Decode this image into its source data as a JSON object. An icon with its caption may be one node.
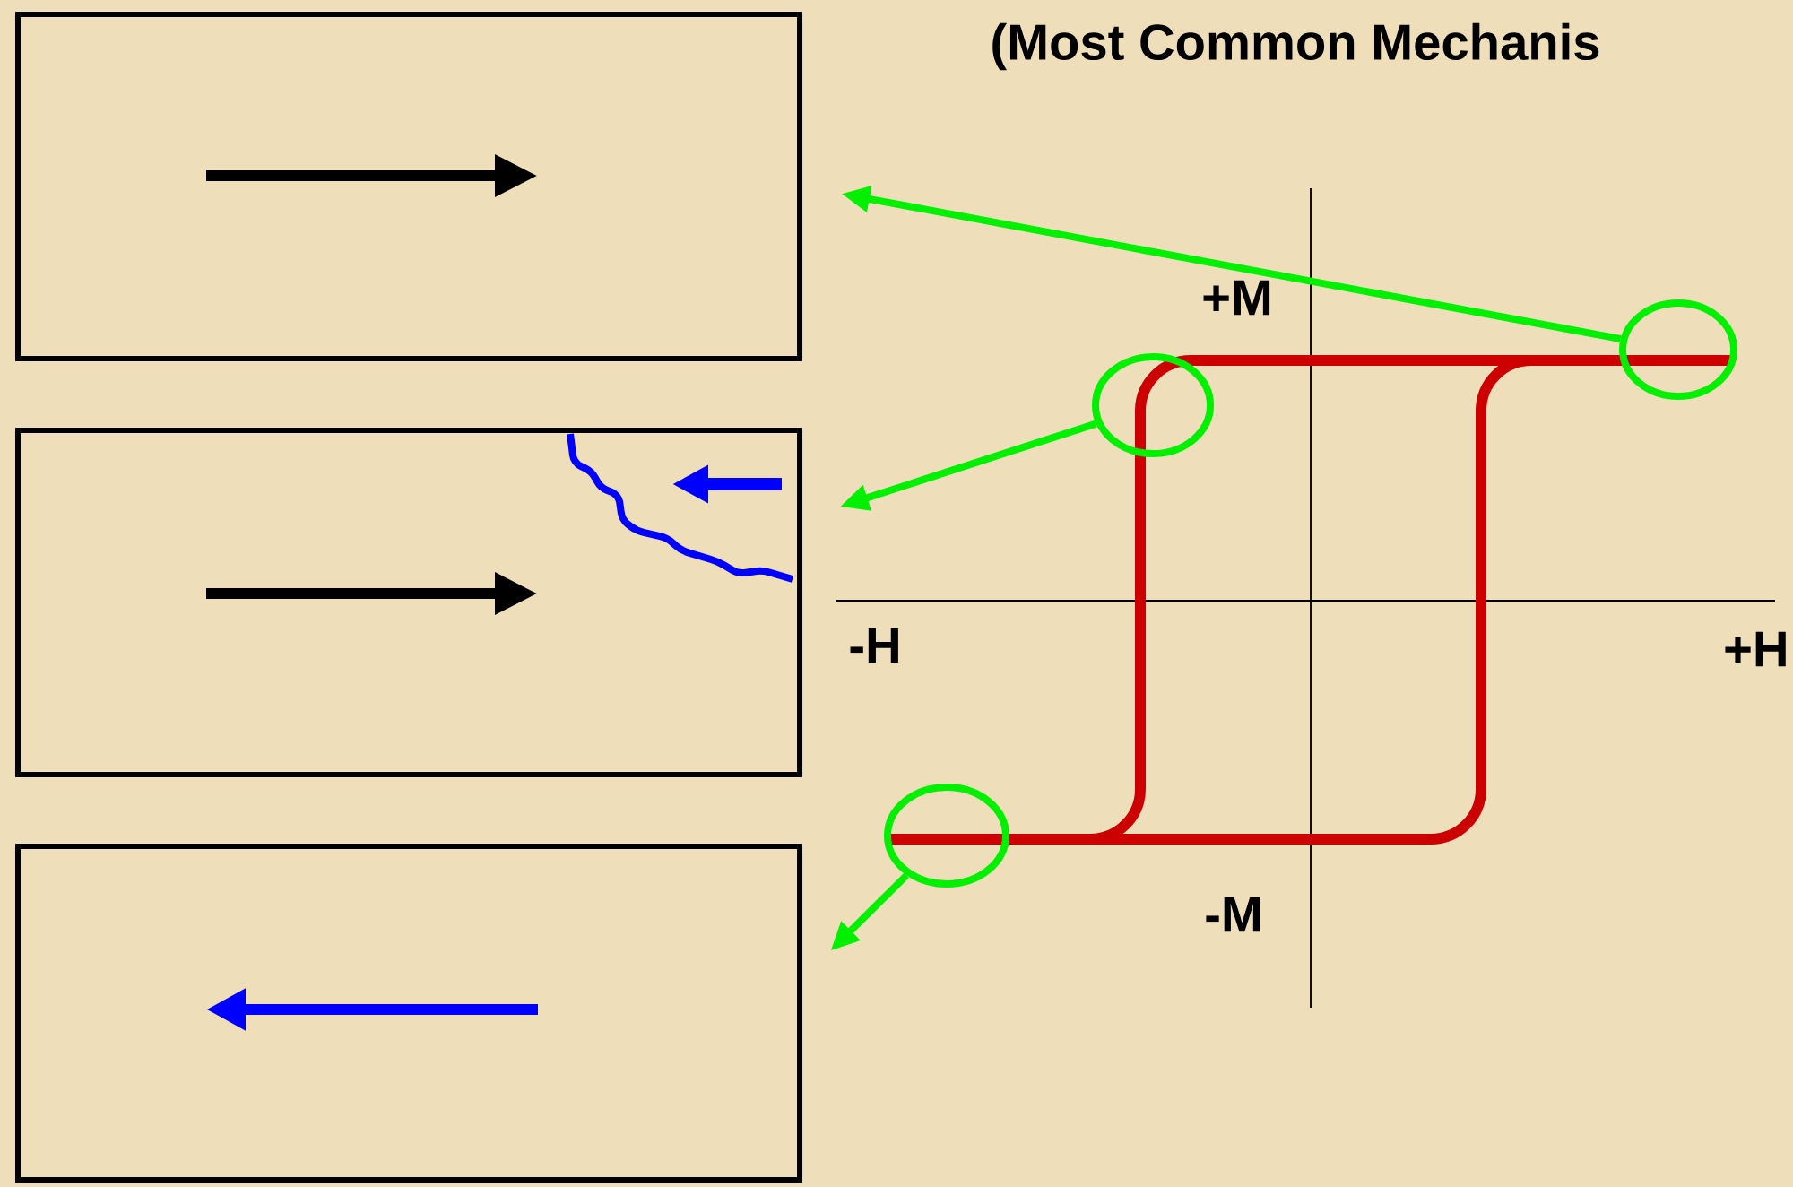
{
  "diagram": {
    "title": "(Most Common Mechanis",
    "nodes": [
      {
        "text": [],
        "shape": "box"
      },
      {
        "text": [],
        "shape": "box"
      },
      {
        "text": [],
        "shape": "box"
      },
      {
        "text": [],
        "shape": "ellipse"
      },
      {
        "text": [],
        "shape": "ellipse"
      },
      {
        "text": [],
        "shape": "ellipse"
      }
    ],
    "edges": [
      {
        "from": 3,
        "to": 0,
        "arrow": "to"
      },
      {
        "from": 4,
        "to": 1,
        "arrow": "to"
      },
      {
        "from": 5,
        "to": 2,
        "arrow": "to"
      }
    ],
    "labels": [
      "+M",
      "-H",
      "+H",
      "-M"
    ]
  }
}
